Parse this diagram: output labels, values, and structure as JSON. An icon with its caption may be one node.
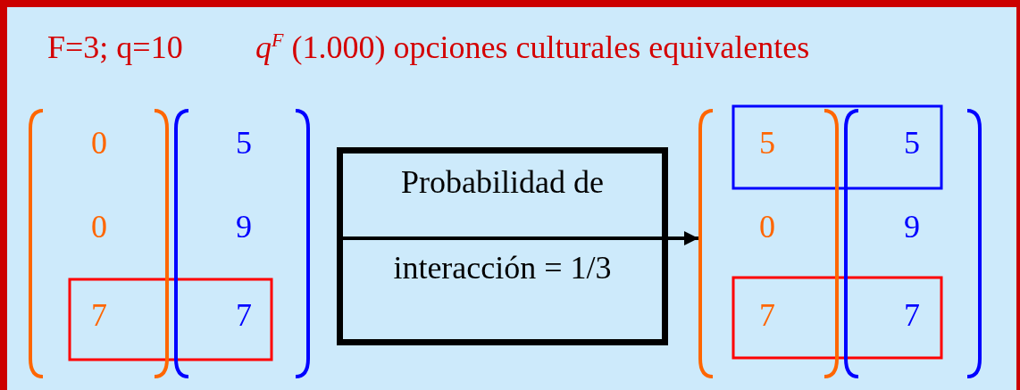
{
  "diagram": {
    "nodes": [
      {
        "text": [
          "0",
          "0",
          "7"
        ]
      },
      {
        "text": [
          "5",
          "9",
          "7"
        ]
      },
      {
        "text": [
          "Probabilidad de",
          "interacción = 1/3"
        ]
      },
      {
        "text": [
          "5",
          "0",
          "7"
        ]
      },
      {
        "text": [
          "5",
          "9",
          "7"
        ]
      }
    ],
    "edges": [
      {
        "from": 2,
        "to": 3,
        "arrow": "to"
      }
    ],
    "labels": [
      "F=3; q=10",
      "*q*$^{F}$ (1.000) opciones culturales equivalentes"
    ]
  }
}
